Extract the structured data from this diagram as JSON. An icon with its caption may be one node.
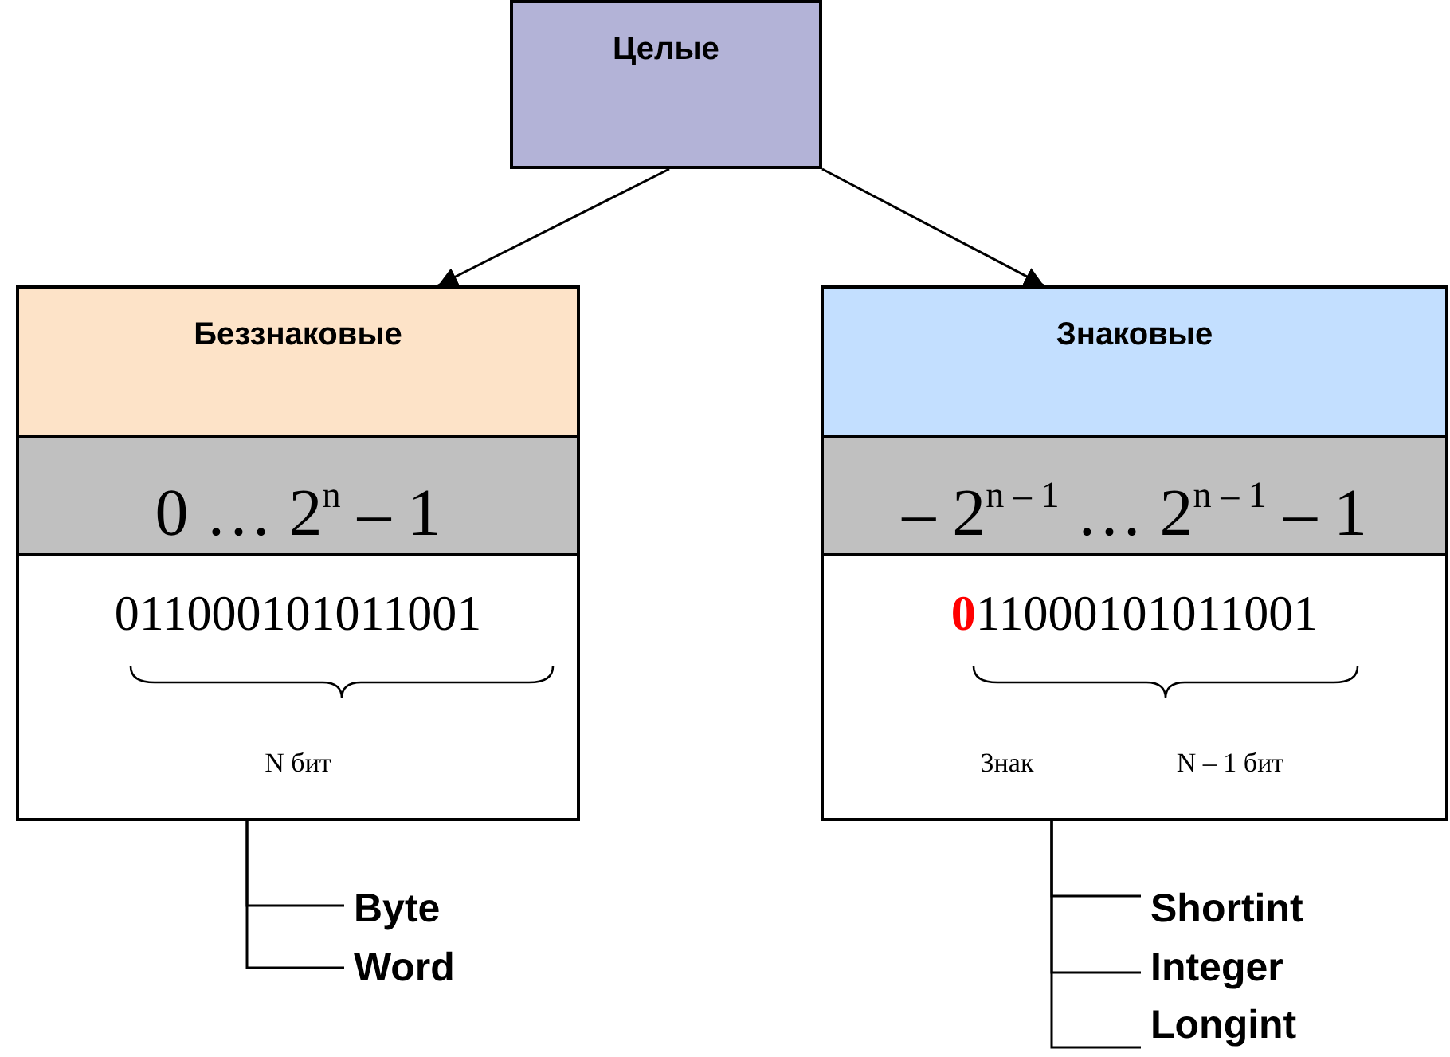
{
  "diagram": {
    "nodes": [
      {
        "text": [
          "Целые"
        ]
      },
      {
        "text": [
          "Беззнаковые"
        ]
      },
      {
        "text": [
          "0 … 2$^{n}$ – 1"
        ]
      },
      {
        "text": [
          "011000101011001",
          "N бит"
        ]
      },
      {
        "text": [
          "Знаковые"
        ]
      },
      {
        "text": [
          "– 2$^{n – 1}$ … 2$^{n – 1}$ – 1"
        ]
      },
      {
        "text": [
          "**0**11000101011001",
          "Знак",
          "N – 1 бит"
        ]
      },
      {
        "text": [
          "Byte"
        ]
      },
      {
        "text": [
          "Word"
        ]
      },
      {
        "text": [
          "Shortint"
        ]
      },
      {
        "text": [
          "Integer"
        ]
      },
      {
        "text": [
          "Longint"
        ]
      }
    ],
    "edges": [
      {
        "from": 0,
        "to": 1,
        "arrow": "to"
      },
      {
        "from": 0,
        "to": 4,
        "arrow": "to"
      },
      {
        "from": 3,
        "to": 7,
        "arrow": "none"
      },
      {
        "from": 3,
        "to": 8,
        "arrow": "none"
      },
      {
        "from": 6,
        "to": 9,
        "arrow": "none"
      },
      {
        "from": 6,
        "to": 10,
        "arrow": "none"
      },
      {
        "from": 6,
        "to": 11,
        "arrow": "none"
      }
    ]
  }
}
